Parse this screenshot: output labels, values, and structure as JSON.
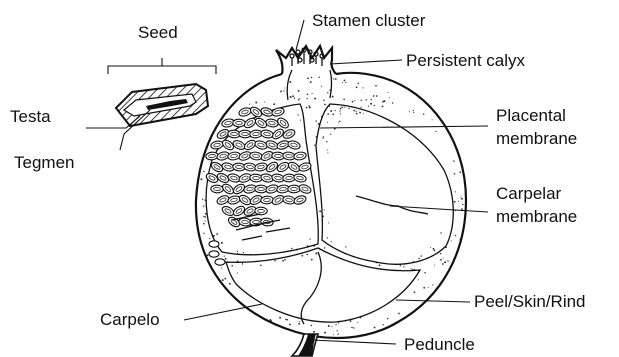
{
  "labels": {
    "seed": "Seed",
    "testa": "Testa",
    "tegmen": "Tegmen",
    "stamen_cluster": "Stamen cluster",
    "persistent_calyx": "Persistent calyx",
    "placental_membrane_line1": "Placental",
    "placental_membrane_line2": "membrane",
    "carpelar_membrane_line1": "Carpelar",
    "carpelar_membrane_line2": "membrane",
    "peel": "Peel/Skin/Rind",
    "carpelo": "Carpelo",
    "peduncle": "Peduncle"
  }
}
